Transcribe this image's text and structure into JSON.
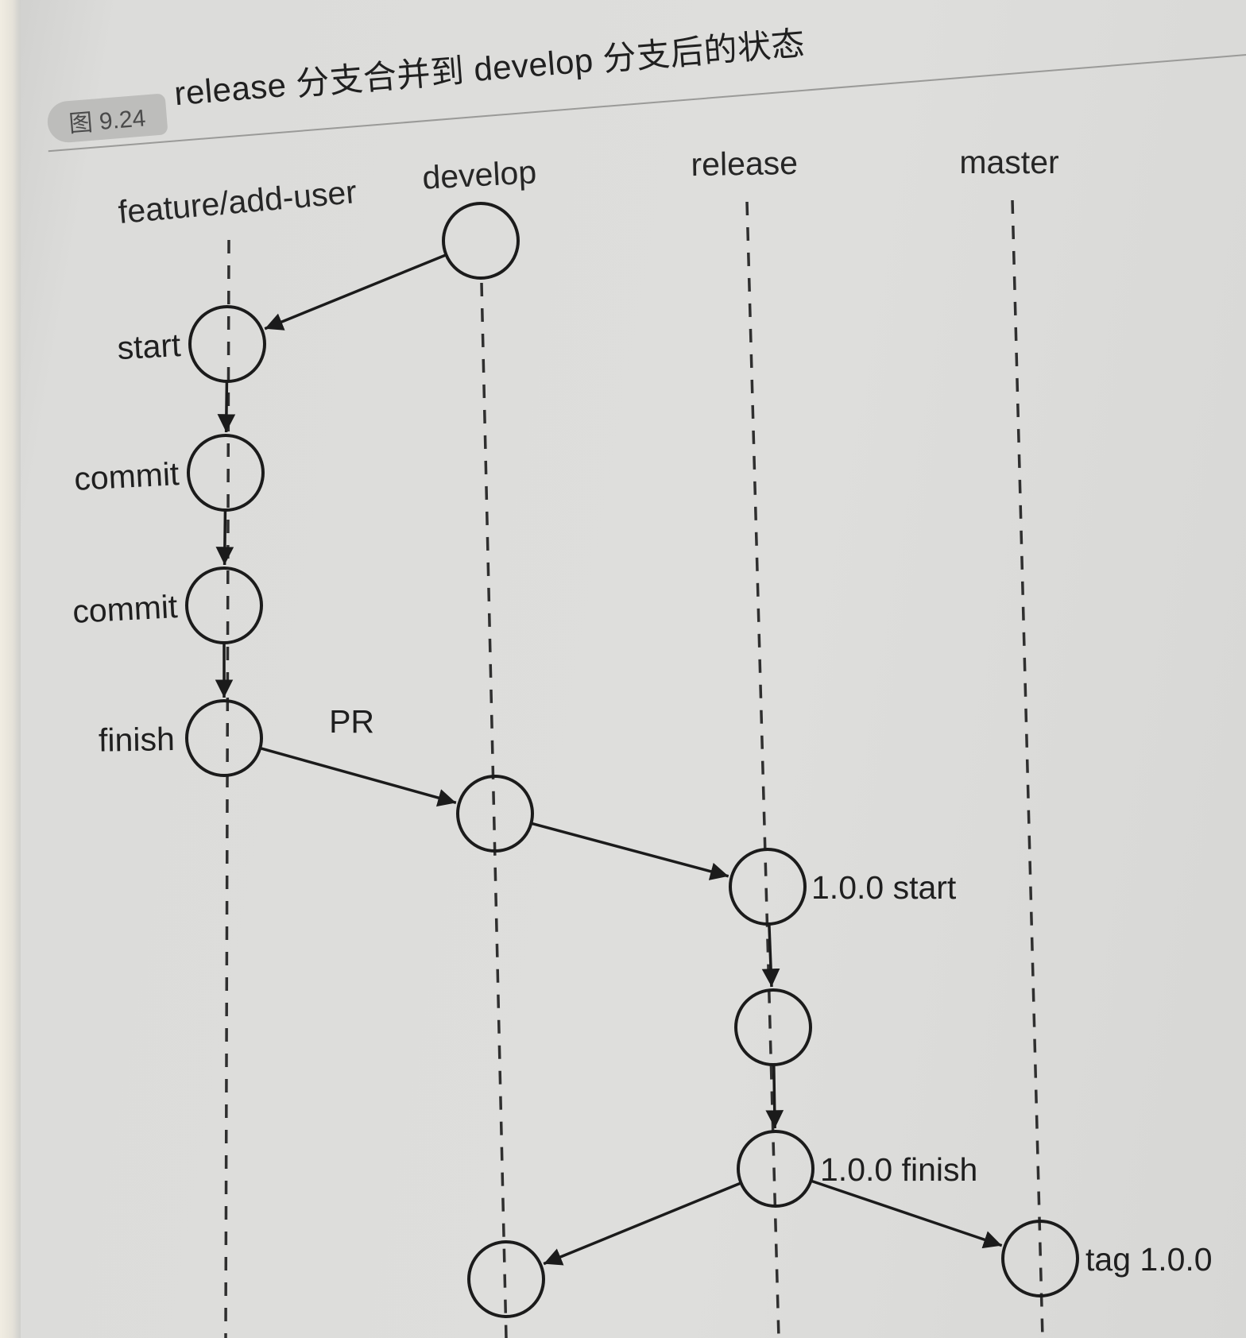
{
  "figure": {
    "number": "图 9.24",
    "title": "release 分支合并到 develop 分支后的状态"
  },
  "lanes": [
    {
      "id": "feature",
      "label": "feature/add-user"
    },
    {
      "id": "develop",
      "label": "develop"
    },
    {
      "id": "release",
      "label": "release"
    },
    {
      "id": "master",
      "label": "master"
    }
  ],
  "nodes": [
    {
      "id": "d0",
      "lane": "develop",
      "label": ""
    },
    {
      "id": "f1",
      "lane": "feature",
      "label": "start"
    },
    {
      "id": "f2",
      "lane": "feature",
      "label": "commit"
    },
    {
      "id": "f3",
      "lane": "feature",
      "label": "commit"
    },
    {
      "id": "f4",
      "lane": "feature",
      "label": "finish"
    },
    {
      "id": "d1",
      "lane": "develop",
      "label": ""
    },
    {
      "id": "r1",
      "lane": "release",
      "label": "1.0.0 start"
    },
    {
      "id": "r2",
      "lane": "release",
      "label": ""
    },
    {
      "id": "r3",
      "lane": "release",
      "label": "1.0.0 finish"
    },
    {
      "id": "d2",
      "lane": "develop",
      "label": ""
    },
    {
      "id": "m1",
      "lane": "master",
      "label": "tag 1.0.0"
    }
  ],
  "edges": [
    {
      "from": "d0",
      "to": "f1",
      "label": ""
    },
    {
      "from": "f1",
      "to": "f2",
      "label": ""
    },
    {
      "from": "f2",
      "to": "f3",
      "label": ""
    },
    {
      "from": "f3",
      "to": "f4",
      "label": ""
    },
    {
      "from": "f4",
      "to": "d1",
      "label": "PR"
    },
    {
      "from": "d1",
      "to": "r1",
      "label": ""
    },
    {
      "from": "r1",
      "to": "r2",
      "label": ""
    },
    {
      "from": "r2",
      "to": "r3",
      "label": ""
    },
    {
      "from": "r3",
      "to": "d2",
      "label": ""
    },
    {
      "from": "r3",
      "to": "m1",
      "label": ""
    }
  ]
}
